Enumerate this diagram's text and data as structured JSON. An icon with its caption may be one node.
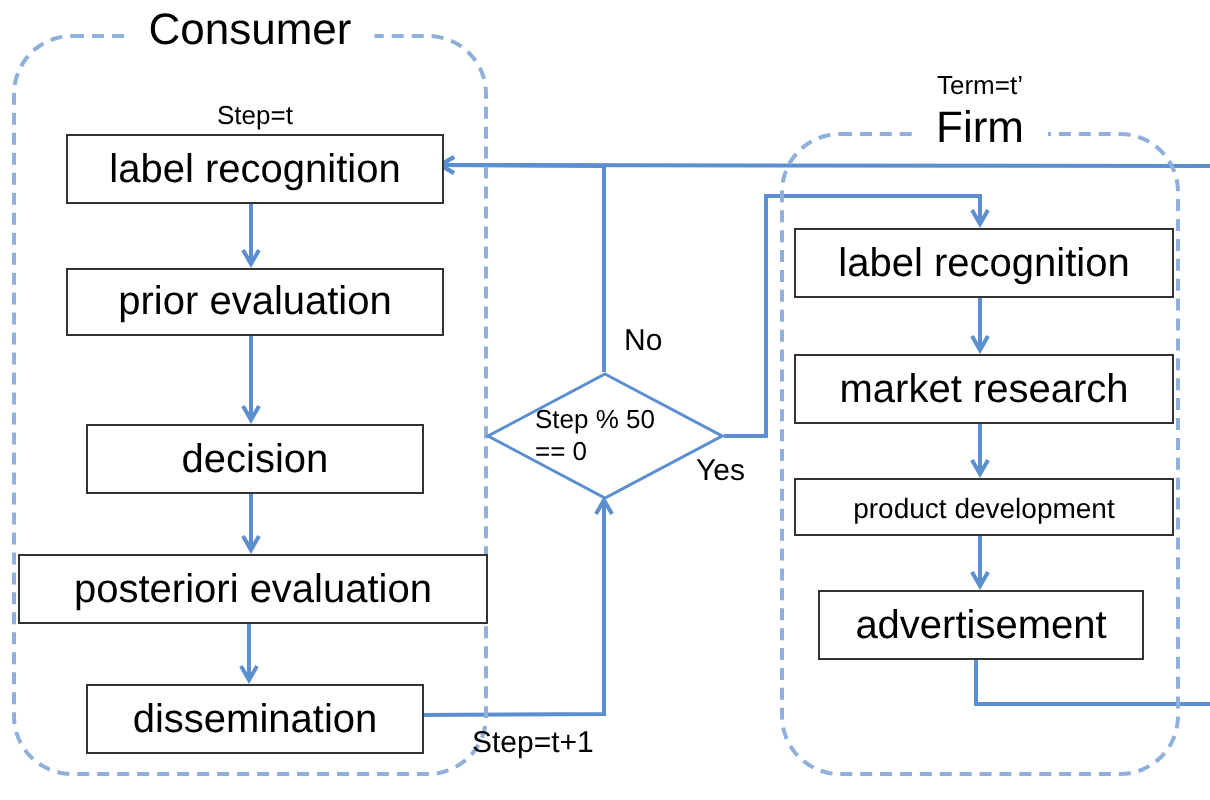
{
  "diagram": {
    "nodes": [
      {
        "text": [
          "Consumer"
        ]
      },
      {
        "text": [
          "label recognition"
        ],
        "in": 0,
        "beside": [
          "Step=t"
        ]
      },
      {
        "text": [
          "prior evaluation"
        ],
        "in": 0
      },
      {
        "text": [
          "decision"
        ],
        "in": 0
      },
      {
        "text": [
          "posteriori evaluation"
        ],
        "in": 0
      },
      {
        "text": [
          "dissemination"
        ],
        "in": 0
      },
      {
        "text": [
          "Step % 50 == 0"
        ]
      },
      {
        "text": [
          "Firm"
        ],
        "beside": [
          "Term=t’"
        ]
      },
      {
        "text": [
          "label recognition"
        ],
        "in": 7
      },
      {
        "text": [
          "market research"
        ],
        "in": 7
      },
      {
        "text": [
          "product development"
        ],
        "in": 7
      },
      {
        "text": [
          "advertisement"
        ],
        "in": 7
      }
    ],
    "edges": [
      {
        "from": 1,
        "to": 2,
        "arrow": "to"
      },
      {
        "from": 2,
        "to": 3,
        "arrow": "to"
      },
      {
        "from": 3,
        "to": 4,
        "arrow": "to"
      },
      {
        "from": 4,
        "to": 5,
        "arrow": "to"
      },
      {
        "from": 5,
        "to": 6,
        "arrow": "to",
        "label": "Step=t+1"
      },
      {
        "from": 6,
        "to": 1,
        "arrow": "to",
        "label": "No"
      },
      {
        "from": 6,
        "to": 8,
        "arrow": "to",
        "label": "Yes"
      },
      {
        "from": 8,
        "to": 9,
        "arrow": "to"
      },
      {
        "from": 9,
        "to": 10,
        "arrow": "to"
      },
      {
        "from": 10,
        "to": 11,
        "arrow": "to"
      },
      {
        "from": 11,
        "to": null,
        "arrow": "none"
      },
      {
        "from": null,
        "to": 1,
        "arrow": "to"
      }
    ]
  }
}
